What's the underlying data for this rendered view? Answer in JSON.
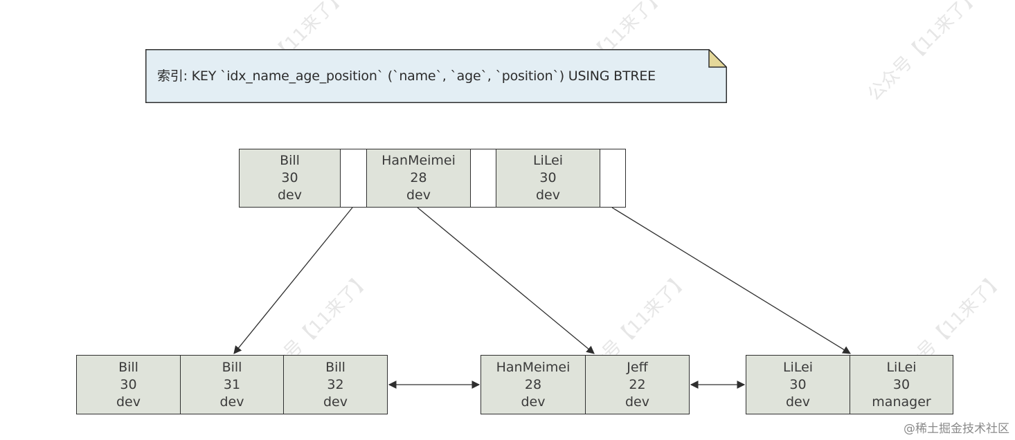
{
  "index_note": "索引: KEY `idx_name_age_position` (`name`, `age`, `position`) USING BTREE",
  "root": [
    {
      "name": "Bill",
      "age": "30",
      "position": "dev"
    },
    {
      "name": "HanMeimei",
      "age": "28",
      "position": "dev"
    },
    {
      "name": "LiLei",
      "age": "30",
      "position": "dev"
    }
  ],
  "leaves": [
    [
      {
        "name": "Bill",
        "age": "30",
        "position": "dev"
      },
      {
        "name": "Bill",
        "age": "31",
        "position": "dev"
      },
      {
        "name": "Bill",
        "age": "32",
        "position": "dev"
      }
    ],
    [
      {
        "name": "HanMeimei",
        "age": "28",
        "position": "dev"
      },
      {
        "name": "Jeff",
        "age": "22",
        "position": "dev"
      }
    ],
    [
      {
        "name": "LiLei",
        "age": "30",
        "position": "dev"
      },
      {
        "name": "LiLei",
        "age": "30",
        "position": "manager"
      }
    ]
  ],
  "watermark": "公众号【11来了】",
  "credit": "@稀土掘金技术社区",
  "colors": {
    "note_fill": "#e3eef4",
    "note_fold": "#e5d89a",
    "key_fill": "#dfe3da",
    "line": "#2e2e2e"
  }
}
